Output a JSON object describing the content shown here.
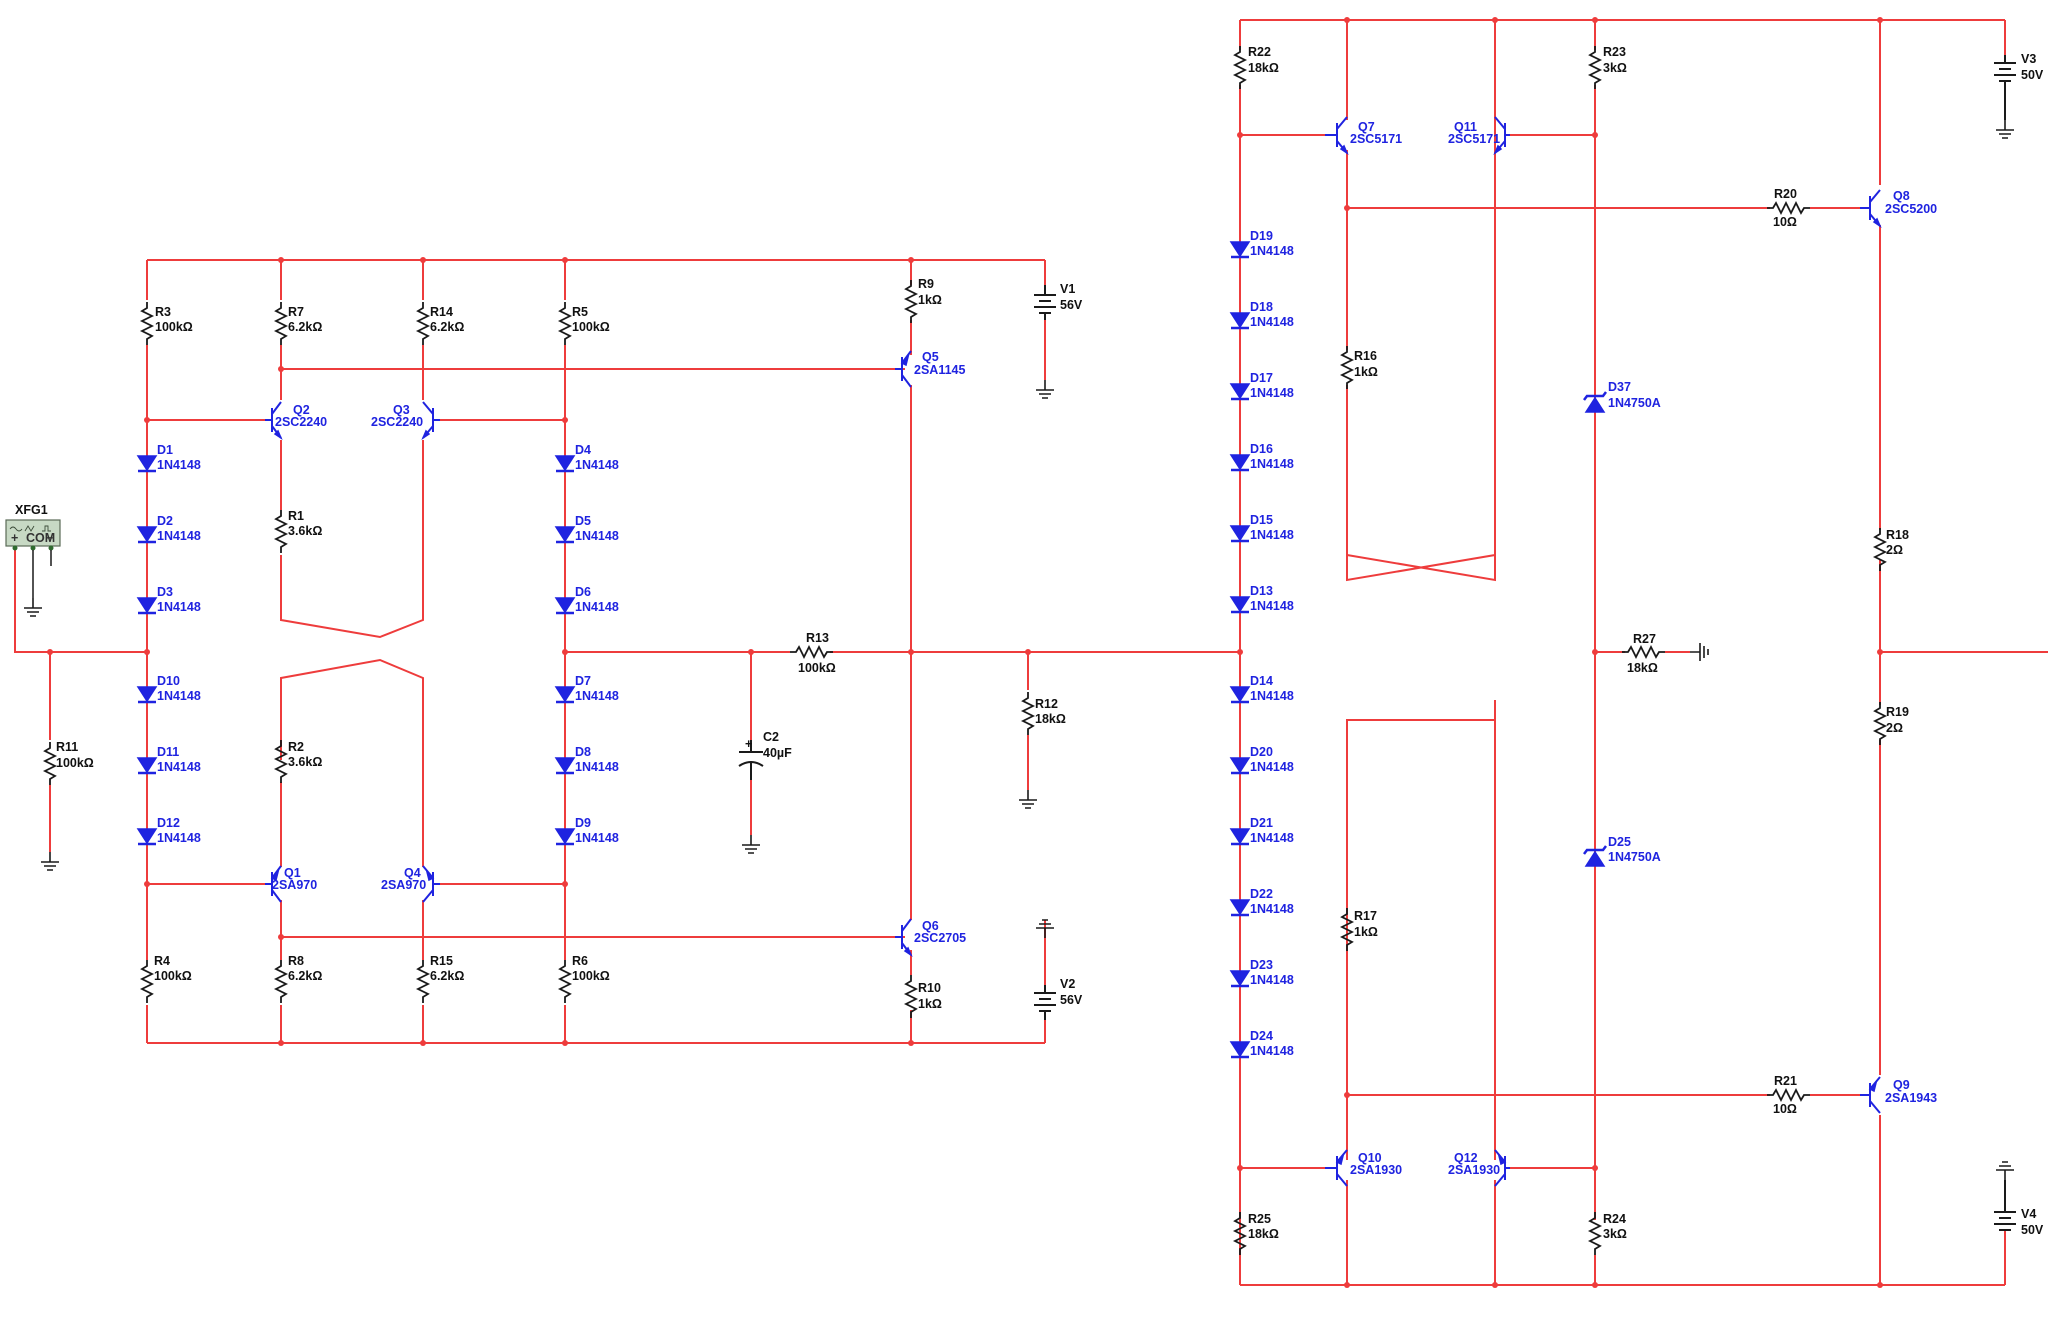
{
  "components": {
    "R1": {
      "ref": "R1",
      "value": "3.6kΩ"
    },
    "R2": {
      "ref": "R2",
      "value": "3.6kΩ"
    },
    "R3": {
      "ref": "R3",
      "value": "100kΩ"
    },
    "R4": {
      "ref": "R4",
      "value": "100kΩ"
    },
    "R5": {
      "ref": "R5",
      "value": "100kΩ"
    },
    "R6": {
      "ref": "R6",
      "value": "100kΩ"
    },
    "R7": {
      "ref": "R7",
      "value": "6.2kΩ"
    },
    "R8": {
      "ref": "R8",
      "value": "6.2kΩ"
    },
    "R9": {
      "ref": "R9",
      "value": "1kΩ"
    },
    "R10": {
      "ref": "R10",
      "value": "1kΩ"
    },
    "R11": {
      "ref": "R11",
      "value": "100kΩ"
    },
    "R12": {
      "ref": "R12",
      "value": "18kΩ"
    },
    "R13": {
      "ref": "R13",
      "value": "100kΩ"
    },
    "R14": {
      "ref": "R14",
      "value": "6.2kΩ"
    },
    "R15": {
      "ref": "R15",
      "value": "6.2kΩ"
    },
    "R16": {
      "ref": "R16",
      "value": "1kΩ"
    },
    "R17": {
      "ref": "R17",
      "value": "1kΩ"
    },
    "R18": {
      "ref": "R18",
      "value": "2Ω"
    },
    "R19": {
      "ref": "R19",
      "value": "2Ω"
    },
    "R20": {
      "ref": "R20",
      "value": "10Ω"
    },
    "R21": {
      "ref": "R21",
      "value": "10Ω"
    },
    "R22": {
      "ref": "R22",
      "value": "18kΩ"
    },
    "R23": {
      "ref": "R23",
      "value": "3kΩ"
    },
    "R24": {
      "ref": "R24",
      "value": "3kΩ"
    },
    "R25": {
      "ref": "R25",
      "value": "18kΩ"
    },
    "R27": {
      "ref": "R27",
      "value": "18kΩ"
    },
    "C2": {
      "ref": "C2",
      "value": "40µF"
    },
    "V1": {
      "ref": "V1",
      "value": "56V"
    },
    "V2": {
      "ref": "V2",
      "value": "56V"
    },
    "V3": {
      "ref": "V3",
      "value": "50V"
    },
    "V4": {
      "ref": "V4",
      "value": "50V"
    },
    "Q1": {
      "ref": "Q1",
      "value": "2SA970"
    },
    "Q2": {
      "ref": "Q2",
      "value": "2SC2240"
    },
    "Q3": {
      "ref": "Q3",
      "value": "2SC2240"
    },
    "Q4": {
      "ref": "Q4",
      "value": "2SA970"
    },
    "Q5": {
      "ref": "Q5",
      "value": "2SA1145"
    },
    "Q6": {
      "ref": "Q6",
      "value": "2SC2705"
    },
    "Q7": {
      "ref": "Q7",
      "value": "2SC5171"
    },
    "Q8": {
      "ref": "Q8",
      "value": "2SC5200"
    },
    "Q9": {
      "ref": "Q9",
      "value": "2SA1943"
    },
    "Q10": {
      "ref": "Q10",
      "value": "2SA1930"
    },
    "Q11": {
      "ref": "Q11",
      "value": "2SC5171"
    },
    "Q12": {
      "ref": "Q12",
      "value": "2SA1930"
    },
    "D1": {
      "ref": "D1",
      "value": "1N4148"
    },
    "D2": {
      "ref": "D2",
      "value": "1N4148"
    },
    "D3": {
      "ref": "D3",
      "value": "1N4148"
    },
    "D4": {
      "ref": "D4",
      "value": "1N4148"
    },
    "D5": {
      "ref": "D5",
      "value": "1N4148"
    },
    "D6": {
      "ref": "D6",
      "value": "1N4148"
    },
    "D7": {
      "ref": "D7",
      "value": "1N4148"
    },
    "D8": {
      "ref": "D8",
      "value": "1N4148"
    },
    "D9": {
      "ref": "D9",
      "value": "1N4148"
    },
    "D10": {
      "ref": "D10",
      "value": "1N4148"
    },
    "D11": {
      "ref": "D11",
      "value": "1N4148"
    },
    "D12": {
      "ref": "D12",
      "value": "1N4148"
    },
    "D13": {
      "ref": "D13",
      "value": "1N4148"
    },
    "D14": {
      "ref": "D14",
      "value": "1N4148"
    },
    "D15": {
      "ref": "D15",
      "value": "1N4148"
    },
    "D16": {
      "ref": "D16",
      "value": "1N4148"
    },
    "D17": {
      "ref": "D17",
      "value": "1N4148"
    },
    "D18": {
      "ref": "D18",
      "value": "1N4148"
    },
    "D19": {
      "ref": "D19",
      "value": "1N4148"
    },
    "D20": {
      "ref": "D20",
      "value": "1N4148"
    },
    "D21": {
      "ref": "D21",
      "value": "1N4148"
    },
    "D22": {
      "ref": "D22",
      "value": "1N4148"
    },
    "D23": {
      "ref": "D23",
      "value": "1N4148"
    },
    "D24": {
      "ref": "D24",
      "value": "1N4148"
    },
    "D25": {
      "ref": "D25",
      "value": "1N4750A"
    },
    "D37": {
      "ref": "D37",
      "value": "1N4750A"
    }
  },
  "instrument": {
    "ref": "XFG1",
    "terminals": [
      "+",
      "COM",
      "−"
    ]
  },
  "colors": {
    "wire": "#ee3c3c",
    "component": "#1f23e0",
    "passive": "#1a1a1a",
    "background": "#ffffff"
  }
}
